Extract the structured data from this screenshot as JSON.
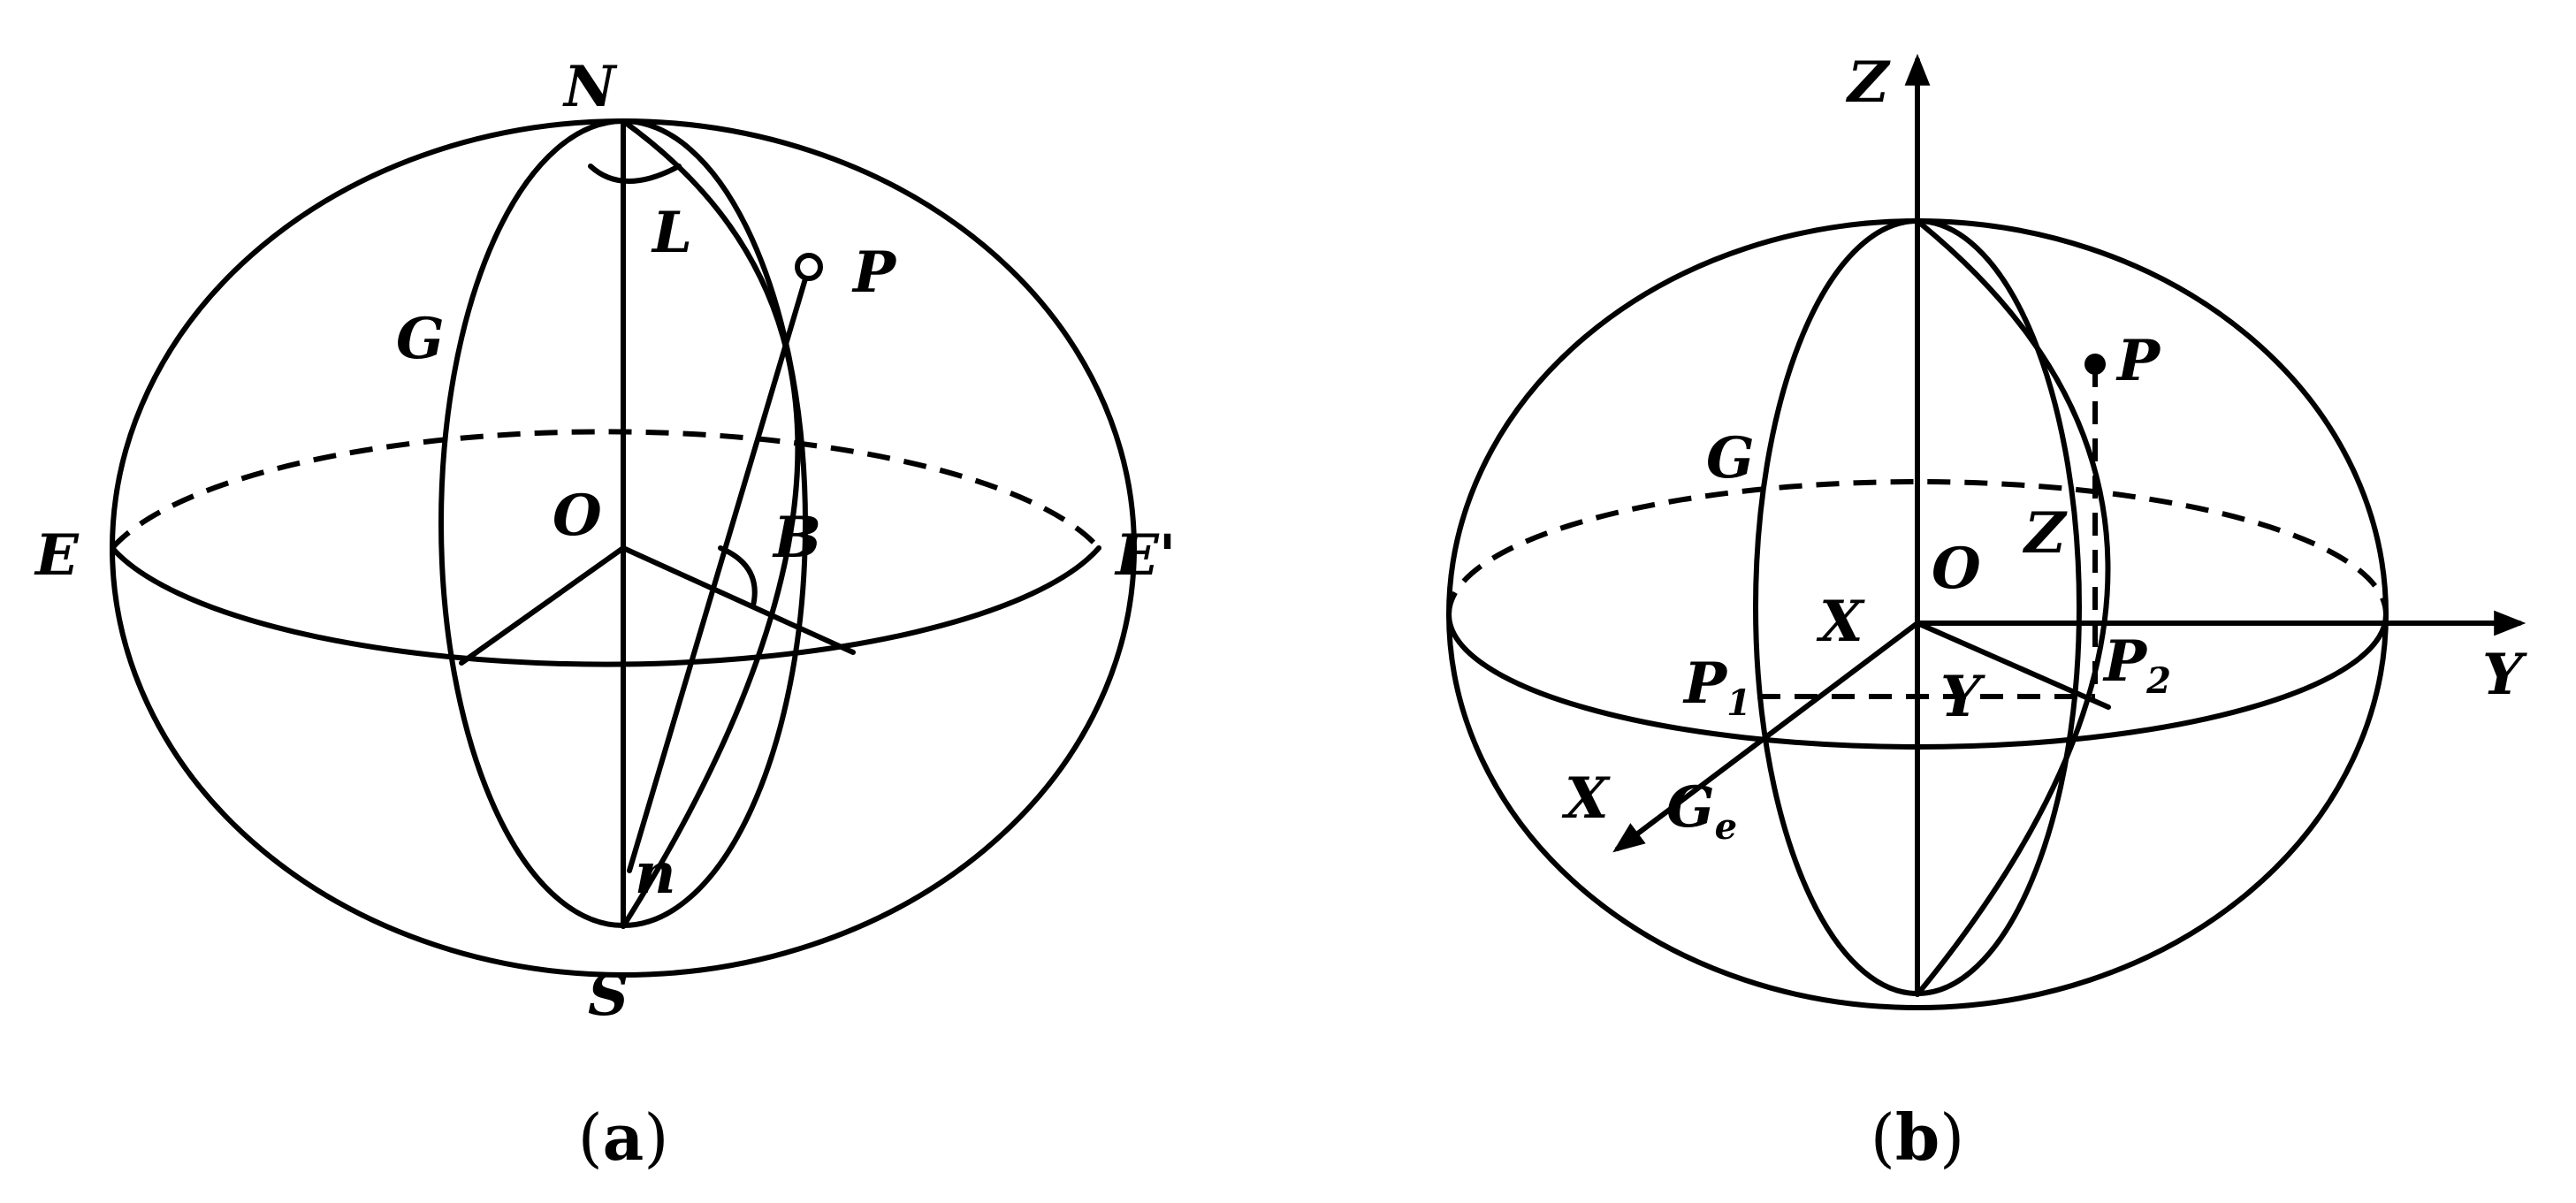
{
  "panel_a": {
    "caption_open": "(",
    "caption_letter": "a",
    "caption_close": ")",
    "labels": {
      "N": "N",
      "S": "S",
      "E": "E",
      "E_prime": "E'",
      "L": "L",
      "P": "P",
      "G": "G",
      "O": "O",
      "B": "B",
      "n": "n"
    }
  },
  "panel_b": {
    "caption_open": "(",
    "caption_letter": "b",
    "caption_close": ")",
    "labels": {
      "Z_axis": "Z",
      "Y_axis": "Y",
      "X_axis": "X",
      "P": "P",
      "G": "G",
      "O": "O",
      "Z_coord": "Z",
      "X_coord": "X",
      "Y_coord": "Y",
      "P1_base": "P",
      "P1_sub": "1",
      "P2_base": "P",
      "P2_sub": "2",
      "Ge_base": "G",
      "Ge_sub": "e"
    }
  }
}
